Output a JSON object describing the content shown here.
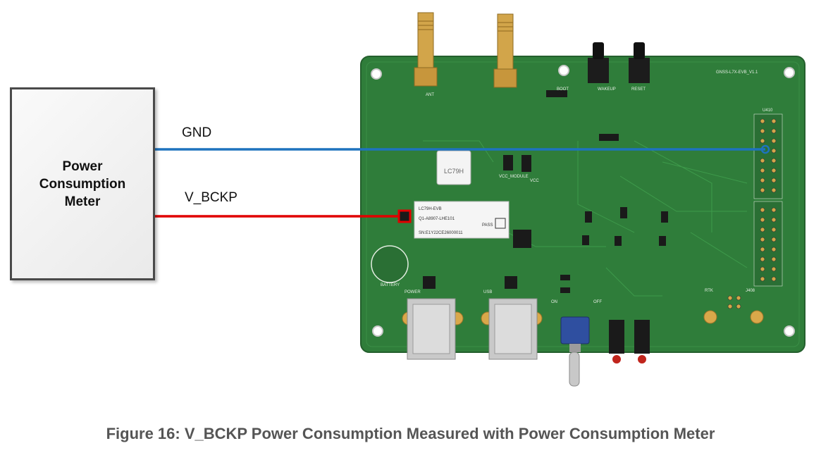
{
  "meter": {
    "label": "Power\nConsumption\nMeter"
  },
  "wires": {
    "gnd": {
      "label": "GND",
      "color": "#1e73be"
    },
    "vbckp": {
      "label": "V_BCKP",
      "color": "#e10000"
    }
  },
  "board": {
    "color": "#2f7d3a",
    "name": "GNSS-L7X-EVB_V1.1",
    "module": "LC79H",
    "sticker": {
      "line1": "LC79H-EVB",
      "line2": "Q1-A8907-LHE101",
      "line3": "SN:E1Y22CE26000011",
      "pass": "PASS"
    },
    "silkscreen": {
      "ant": "ANT",
      "battery": "BATTERY",
      "power": "POWER",
      "usb": "USB",
      "reset": "RESET",
      "wakeup": "WAKEUP",
      "boot": "BOOT",
      "on": "ON",
      "off": "OFF",
      "vcc": "VCC",
      "vcc_module": "VCC_MODULE",
      "u410": "U410",
      "j408": "J408",
      "rtk": "RTK"
    }
  },
  "caption": "Figure 16: V_BCKP Power Consumption Measured with Power Consumption Meter"
}
